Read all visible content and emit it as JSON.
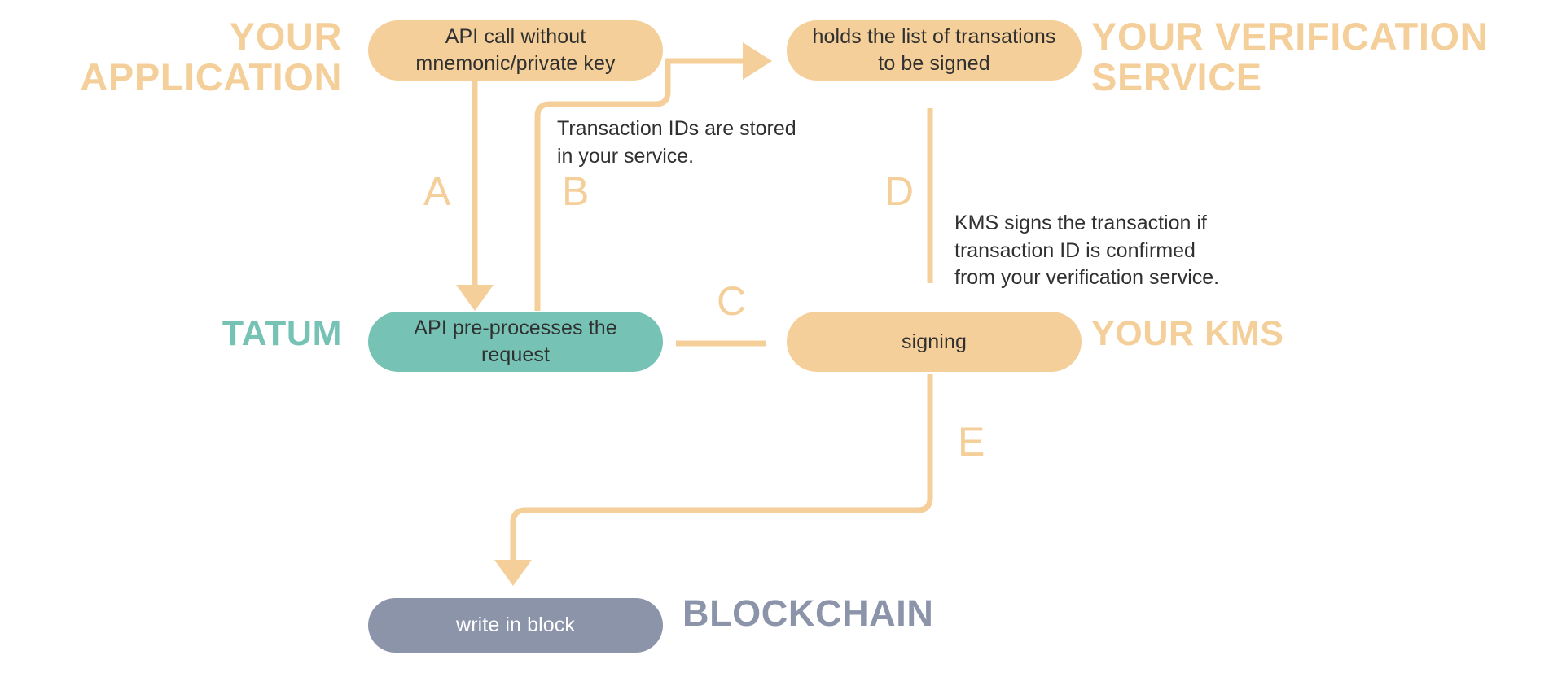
{
  "diagram": {
    "title": "Tatum KMS transaction signing flow",
    "background": "#ffffff",
    "colors": {
      "peach": "#f4cf9a",
      "teal": "#76c2b5",
      "slate": "#8b94a9",
      "text_dark": "#303030",
      "text_light": "#ffffff"
    }
  },
  "zones": [
    {
      "id": "your-application",
      "label": "YOUR\nAPPLICATION",
      "color": "#f4cf9a"
    },
    {
      "id": "your-verification-service",
      "label": "YOUR VERIFICATION\nSERVICE",
      "color": "#f4cf9a"
    },
    {
      "id": "tatum",
      "label": "TATUM",
      "color": "#76c2b5"
    },
    {
      "id": "your-kms",
      "label": "YOUR KMS",
      "color": "#f4cf9a"
    },
    {
      "id": "blockchain",
      "label": "BLOCKCHAIN",
      "color": "#8b94a9"
    }
  ],
  "nodes": [
    {
      "id": "api-call",
      "label": "API call without\nmnemonic/private key",
      "fill": "#f4cf9a",
      "text_color": "#303030"
    },
    {
      "id": "holds-list",
      "label": "holds the list of\ntransations to be signed",
      "fill": "#f4cf9a",
      "text_color": "#303030"
    },
    {
      "id": "api-preprocess",
      "label": "API pre-processes the\nrequest",
      "fill": "#76c2b5",
      "text_color": "#303030"
    },
    {
      "id": "signing",
      "label": "signing",
      "fill": "#f4cf9a",
      "text_color": "#303030"
    },
    {
      "id": "write-in-block",
      "label": "write in block",
      "fill": "#8b94a9",
      "text_color": "#ffffff"
    }
  ],
  "annotations": [
    {
      "id": "transaction-ids",
      "text": "Transaction IDs are stored\nin your service."
    },
    {
      "id": "kms-signs",
      "text": "KMS signs the transaction if\ntransaction ID is confirmed\nfrom your verification service."
    }
  ],
  "steps": [
    {
      "id": "a",
      "letter": "A",
      "from": "api-call",
      "to": "api-preprocess",
      "arrow": true
    },
    {
      "id": "b",
      "letter": "B",
      "from": "api-preprocess",
      "to": "holds-list",
      "arrow": true
    },
    {
      "id": "c",
      "letter": "C",
      "from": "api-preprocess",
      "to": "signing",
      "arrow": false
    },
    {
      "id": "d",
      "letter": "D",
      "from": "holds-list",
      "to": "signing",
      "arrow": false
    },
    {
      "id": "e",
      "letter": "E",
      "from": "signing",
      "to": "write-in-block",
      "arrow": true
    }
  ]
}
